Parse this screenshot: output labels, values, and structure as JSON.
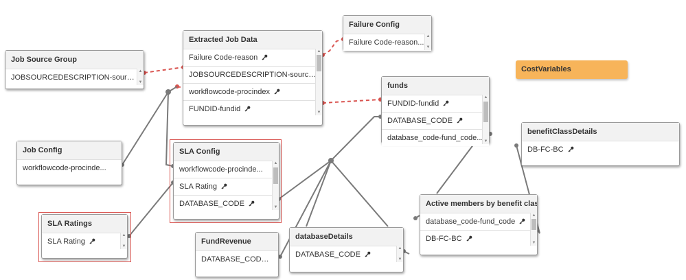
{
  "tables": {
    "job_source_group": {
      "title": "Job Source Group",
      "fields": [
        "JOBSOURCEDESCRIPTION-source..."
      ]
    },
    "extracted_job_data": {
      "title": "Extracted Job Data",
      "fields": [
        "Failure Code-reason",
        "JOBSOURCEDESCRIPTION-source...",
        "workflowcode-procindex",
        "FUNDID-fundid"
      ]
    },
    "failure_config": {
      "title": "Failure Config",
      "fields": [
        "Failure Code-reason..."
      ]
    },
    "funds": {
      "title": "funds",
      "fields": [
        "FUNDID-fundid",
        "DATABASE_CODE",
        "database_code-fund_code..."
      ]
    },
    "job_config": {
      "title": "Job Config",
      "fields": [
        "workflowcode-procinde..."
      ]
    },
    "sla_config": {
      "title": "SLA Config",
      "fields": [
        "workflowcode-procinde...",
        "SLA Rating",
        "DATABASE_CODE"
      ]
    },
    "sla_ratings": {
      "title": "SLA Ratings",
      "fields": [
        "SLA Rating"
      ]
    },
    "fund_revenue": {
      "title": "FundRevenue",
      "fields": [
        "DATABASE_CODE..."
      ]
    },
    "database_details": {
      "title": "databaseDetails",
      "fields": [
        "DATABASE_CODE"
      ]
    },
    "active_members": {
      "title": "Active members by benefit class",
      "fields": [
        "database_code-fund_code",
        "DB-FC-BC"
      ]
    },
    "benefit_class_details": {
      "title": "benefitClassDetails",
      "fields": [
        "DB-FC-BC"
      ]
    }
  },
  "cost_variables": {
    "title": "CostVariables"
  },
  "colors": {
    "synthetic_link": "#d9534f",
    "link": "#7a7a7a",
    "cost_fill": "#f7b45a"
  },
  "icons": {
    "key_field": "key-icon"
  }
}
